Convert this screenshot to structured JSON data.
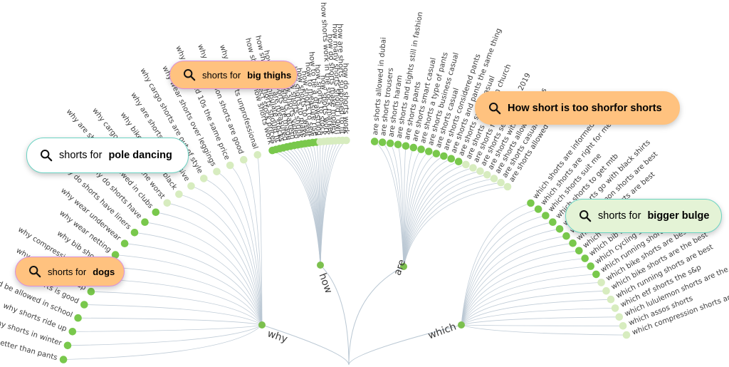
{
  "colors": {
    "node_strong": "#79c84c",
    "node_light": "#d7ecbf",
    "hub": "#7cc04e",
    "link": "#b9c7d3",
    "pill_orange_bg": "#ffc27f",
    "pill_orange_border": "#d98fdc",
    "pill_green_bg": "#e4f3d6",
    "pill_white_bg": "#ffffff",
    "pill_teal_border": "#6bd3c3"
  },
  "hubs": [
    {
      "label": "why",
      "queries": [
        "why shorts are better than pants",
        "why shorts in winter",
        "why shorts ride up",
        "why shorts should be allowed in school",
        "why shorts is good",
        "why do shorts ride up",
        "why compression shorts",
        "why bib shorts",
        "why wear netting",
        "why wear underwear",
        "why do shorts have liners",
        "why do shorts have",
        "why are shorts not allowed in clubs",
        "why cargo shorts are the worst",
        "why bike shorts are black",
        "why are shorts so expensive",
        "why cargo shorts are out of style",
        "why wear shorts over leggings",
        "why are 7 and 10s the same price",
        "why are fashion shorts are good",
        "why are shorts unprofessional"
      ]
    },
    {
      "label": "how",
      "queries": [
        "how shorts work",
        "how shorts affect stock prices",
        "how shorts should fit",
        "how shorts manipulate stocks",
        "how shorts are measured",
        "how shorts are made",
        "how shorts pattern",
        "how shorts video",
        "how shorts shrink",
        "how shorts to make",
        "how shorts to wear",
        "how shorts to sew",
        "how to measure rise",
        "how to tie a drawstring",
        "how shorts to stock",
        "how shorts work",
        "how shorts work in the stock market",
        "how do shorts make money",
        "how many shorts should i own",
        "how are shorts supposed to fit",
        "how do shorts work"
      ]
    },
    {
      "label": "are",
      "queries": [
        "are shorts allowed in dubai",
        "are shorts trousers",
        "are shorts haram",
        "are shorts and tights still in fashion",
        "are shorts pants",
        "are shorts smart casual",
        "are shorts a type of pants",
        "are shorts business casual",
        "are shorts casual",
        "are shorts considered pants",
        "are shorts and pants the same thing",
        "are shorts smart casual",
        "are shorts allowed in church",
        "are shorts formal",
        "are shorts semi formal 2019",
        "are shorts with tights in",
        "are shorts allowed in clubs",
        "are shorts casual attire",
        "are shorts allowed in angkas"
      ]
    },
    {
      "label": "which",
      "queries": [
        "which shorts are informed",
        "which shorts are right for me",
        "which shorts suit me",
        "which shorts to get mtb",
        "which shorts go with black shirts",
        "which lululemon shorts are best",
        "which boxer shorts are best",
        "which cycling shorts",
        "which bib shorts",
        "which cycling shorts to buy",
        "which running shorts",
        "which bike shorts are best",
        "which bike shorts are the best",
        "which running shorts are best",
        "which etf shorts the s&p",
        "which lululemon shorts are the longest",
        "which assos shorts",
        "which compression shorts are the best"
      ]
    }
  ],
  "pills": [
    {
      "id": "big-thighs",
      "lead": "shorts for",
      "bold": "big thighs",
      "icon": "search-icon"
    },
    {
      "id": "pole-dancing",
      "lead": "shorts for",
      "bold": "pole dancing",
      "icon": "search-icon"
    },
    {
      "id": "dogs",
      "lead": "shorts for",
      "bold": "dogs",
      "icon": "search-icon"
    },
    {
      "id": "too-short",
      "lead": "",
      "bold": "How short is too shorfor shorts",
      "icon": "search-icon"
    },
    {
      "id": "bigger-bulge",
      "lead": "shorts for",
      "bold": "bigger bulge",
      "icon": "search-icon"
    }
  ]
}
